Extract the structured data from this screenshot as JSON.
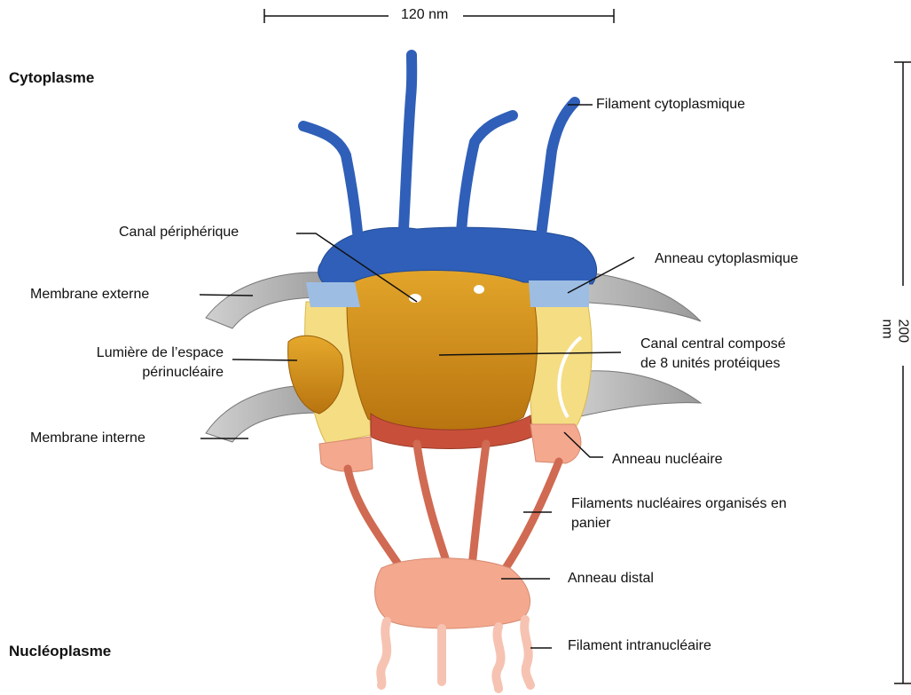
{
  "regions": {
    "top": "Cytoplasme",
    "bottom": "Nucléoplasme"
  },
  "scale": {
    "width": "120 nm",
    "height": "200 nm"
  },
  "labels": {
    "filament_cytoplasmique": "Filament cytoplasmique",
    "canal_peripherique": "Canal périphérique",
    "anneau_cytoplasmique": "Anneau cytoplasmique",
    "membrane_externe": "Membrane externe",
    "lumiere_line1": "Lumière de l’espace",
    "lumiere_line2": "périnucléaire",
    "canal_central_line1": "Canal central composé",
    "canal_central_line2": "de 8 unités protéiques",
    "membrane_interne": "Membrane interne",
    "anneau_nucleaire": "Anneau nucléaire",
    "filaments_nucleaires_line1": "Filaments nucléaires organisés en",
    "filaments_nucleaires_line2": "panier",
    "anneau_distal": "Anneau distal",
    "filament_intranucleaire": "Filament intranucléaire"
  },
  "colors": {
    "filament_blue": "#2f5fb8",
    "ring_light_blue": "#9dbde3",
    "central_gold": "#d7961c",
    "spoke_yellow": "#f5dd84",
    "nuclear_red": "#c8503a",
    "salmon": "#f4a88e",
    "membrane_gray": "#b9b9b9"
  }
}
